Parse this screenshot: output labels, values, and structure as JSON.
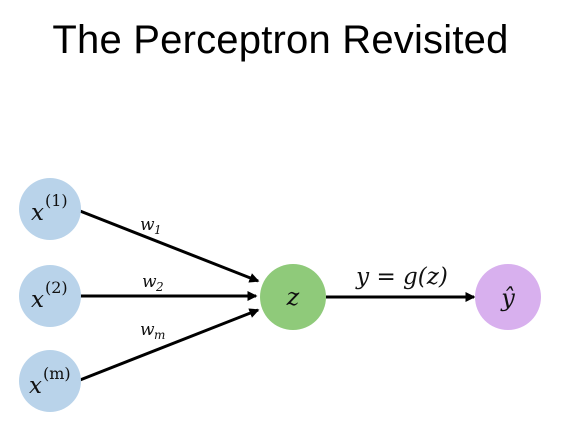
{
  "title": "The Perceptron Revisited",
  "colors": {
    "input_node": "#b9d3ea",
    "sum_node": "#8fca7a",
    "output_node": "#d8b0ee",
    "edge": "#000000"
  },
  "inputs": [
    {
      "base": "x",
      "superscript": "(1)"
    },
    {
      "base": "x",
      "superscript": "(2)"
    },
    {
      "base": "x",
      "superscript": "(m)"
    }
  ],
  "weights": [
    {
      "base": "w",
      "subscript": "1"
    },
    {
      "base": "w",
      "subscript": "2"
    },
    {
      "base": "w",
      "subscript": "m"
    }
  ],
  "sum_node": {
    "label": "z"
  },
  "activation_label": "y = g(z)",
  "output_node": {
    "label": "ŷ"
  }
}
